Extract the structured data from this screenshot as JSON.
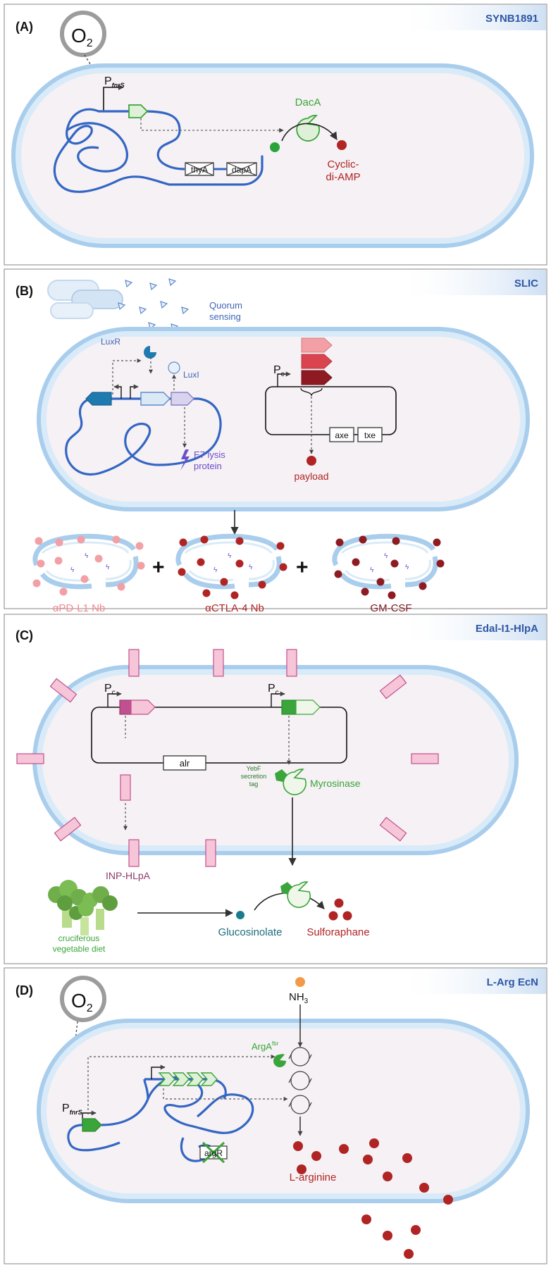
{
  "panels": [
    {
      "label": "(A)",
      "tag": "SYNB1891"
    },
    {
      "label": "(B)",
      "tag": "SLIC"
    },
    {
      "label": "(C)",
      "tag": "Edal-I1-HlpA"
    },
    {
      "label": "(D)",
      "tag": "L-Arg EcN"
    }
  ],
  "a": {
    "o2_main": "O",
    "o2_sub": "2",
    "promoter_main": "P",
    "promoter_sub": "fnrS",
    "gene_thyA": "thyA",
    "gene_dapA": "dapA",
    "enzyme": "DacA",
    "product_line1": "Cyclic-",
    "product_line2": "di-AMP"
  },
  "b": {
    "quorum_line1": "Quorum",
    "quorum_line2": "sensing",
    "luxr": "LuxR",
    "luxi": "LuxI",
    "promoter_main": "P",
    "promoter_sub": "c",
    "gene_axe": "axe",
    "gene_txe": "txe",
    "lysis_line1": "E7 lysis",
    "lysis_line2": "protein",
    "payload": "payload",
    "plus": "+",
    "lysate_1": "αPD-L1 Nb",
    "lysate_2": "αCTLA-4 Nb",
    "lysate_3": "GM-CSF"
  },
  "c": {
    "promoter_main": "P",
    "promoter_sub": "c",
    "gene_alr": "alr",
    "tag_line1": "YebF",
    "tag_line2": "secretion",
    "tag_line3": "tag",
    "enzyme": "Myrosinase",
    "surface_protein": "INP-HLpA",
    "diet_line1": "cruciferous",
    "diet_line2": "vegetable diet",
    "substrate": "Glucosinolate",
    "product": "Sulforaphane"
  },
  "d": {
    "o2_main": "O",
    "o2_sub": "2",
    "promoter_main": "P",
    "promoter_sub": "fnrS",
    "ammonia_main": "NH",
    "ammonia_sub": "3",
    "enzyme_main": "ArgA",
    "enzyme_sup": "fbr",
    "gene_argR": "argR",
    "product": "L-arginine"
  },
  "colors": {
    "membrane_outer": "#a9cdec",
    "membrane_inner": "#d9ebf8",
    "cytoplasm": "#f6f1f4",
    "dna": "#3366c4",
    "green": "#3aa53a",
    "light_green": "#dff0d8",
    "red": "#b02424",
    "pink": "#f2a0a6",
    "magenta": "#c0508f",
    "teal": "#1b7d8c",
    "purple": "#6b4fc9",
    "label_blue": "#3f66b5",
    "tag_text": "#2f57a5"
  }
}
